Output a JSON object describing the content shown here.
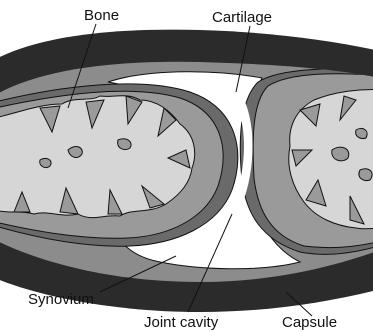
{
  "labels": {
    "bone": "Bone",
    "cartilage": "Cartilage",
    "synovium": "Synovium",
    "joint_cavity": "Joint cavity",
    "capsule": "Capsule"
  },
  "colors": {
    "capsule": "#2b2b2b",
    "synovium": "#8c8c8c",
    "cartilage": "#6a6a6a",
    "bone_shell": "#9a9a9a",
    "bone_marrow": "#d6d6d6",
    "joint_cavity": "#ffffff",
    "outline": "#111111"
  }
}
